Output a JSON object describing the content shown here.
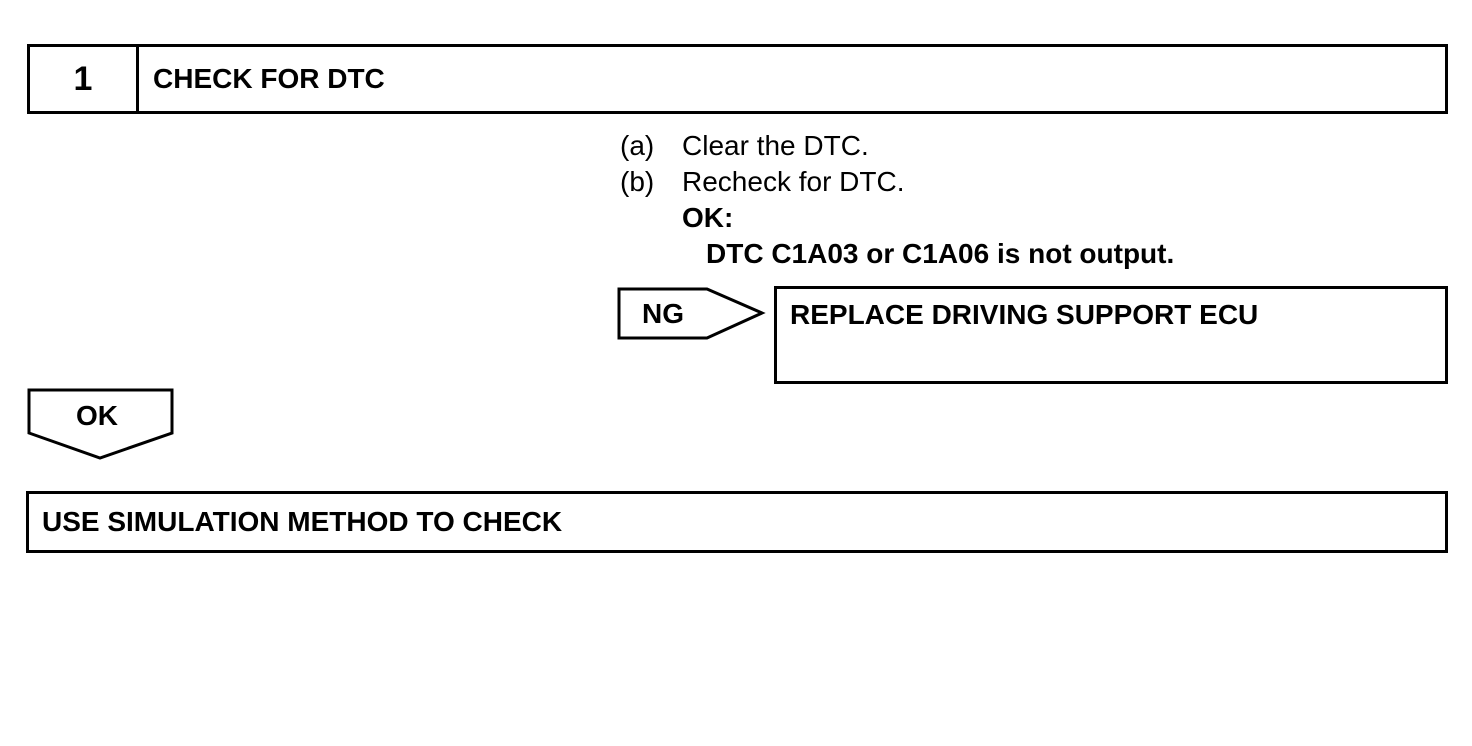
{
  "step": {
    "number": "1",
    "title": "CHECK FOR DTC"
  },
  "instructions": [
    {
      "mark": "(a)",
      "text": "Clear the DTC."
    },
    {
      "mark": "(b)",
      "text": "Recheck for DTC."
    }
  ],
  "ok_condition": {
    "label": "OK:",
    "text": "DTC C1A03 or C1A06 is not output."
  },
  "ng_branch": {
    "label": "NG",
    "action": "REPLACE DRIVING SUPPORT ECU"
  },
  "ok_branch": {
    "label": "OK",
    "action": "USE SIMULATION METHOD TO CHECK"
  }
}
